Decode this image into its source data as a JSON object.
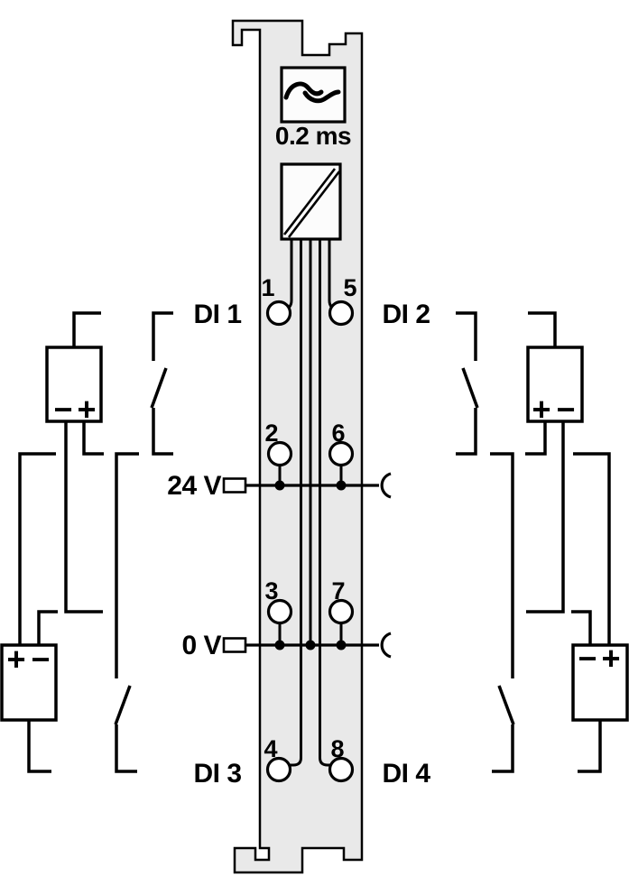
{
  "module": {
    "kind": "4-channel digital input module wiring diagram",
    "filter_time_label": "0.2 ms"
  },
  "rails": {
    "supply_label": "24 V",
    "ground_label": "0 V"
  },
  "channels": {
    "di1": "DI 1",
    "di2": "DI 2",
    "di3": "DI 3",
    "di4": "DI 4"
  },
  "terminals": {
    "t1": "1",
    "t2": "2",
    "t3": "3",
    "t4": "4",
    "t5": "5",
    "t6": "6",
    "t7": "7",
    "t8": "8"
  },
  "batteries": [
    {
      "id": "left-top",
      "left_sign": "−",
      "right_sign": "+"
    },
    {
      "id": "left-bottom",
      "left_sign": "+",
      "right_sign": "−"
    },
    {
      "id": "right-top",
      "left_sign": "+",
      "right_sign": "−"
    },
    {
      "id": "right-bottom",
      "left_sign": "−",
      "right_sign": "+"
    }
  ],
  "icons": {
    "filter": "sine-wave-filter-icon",
    "isolation": "galvanic-isolation-icon",
    "rail_end": "socket-arc-icon",
    "rail_start": "connector-box-icon"
  },
  "colors": {
    "background": "#ffffff",
    "module_fill": "#e9e9e9",
    "symbol_fill": "#fcfcfc",
    "stroke": "#000000"
  }
}
